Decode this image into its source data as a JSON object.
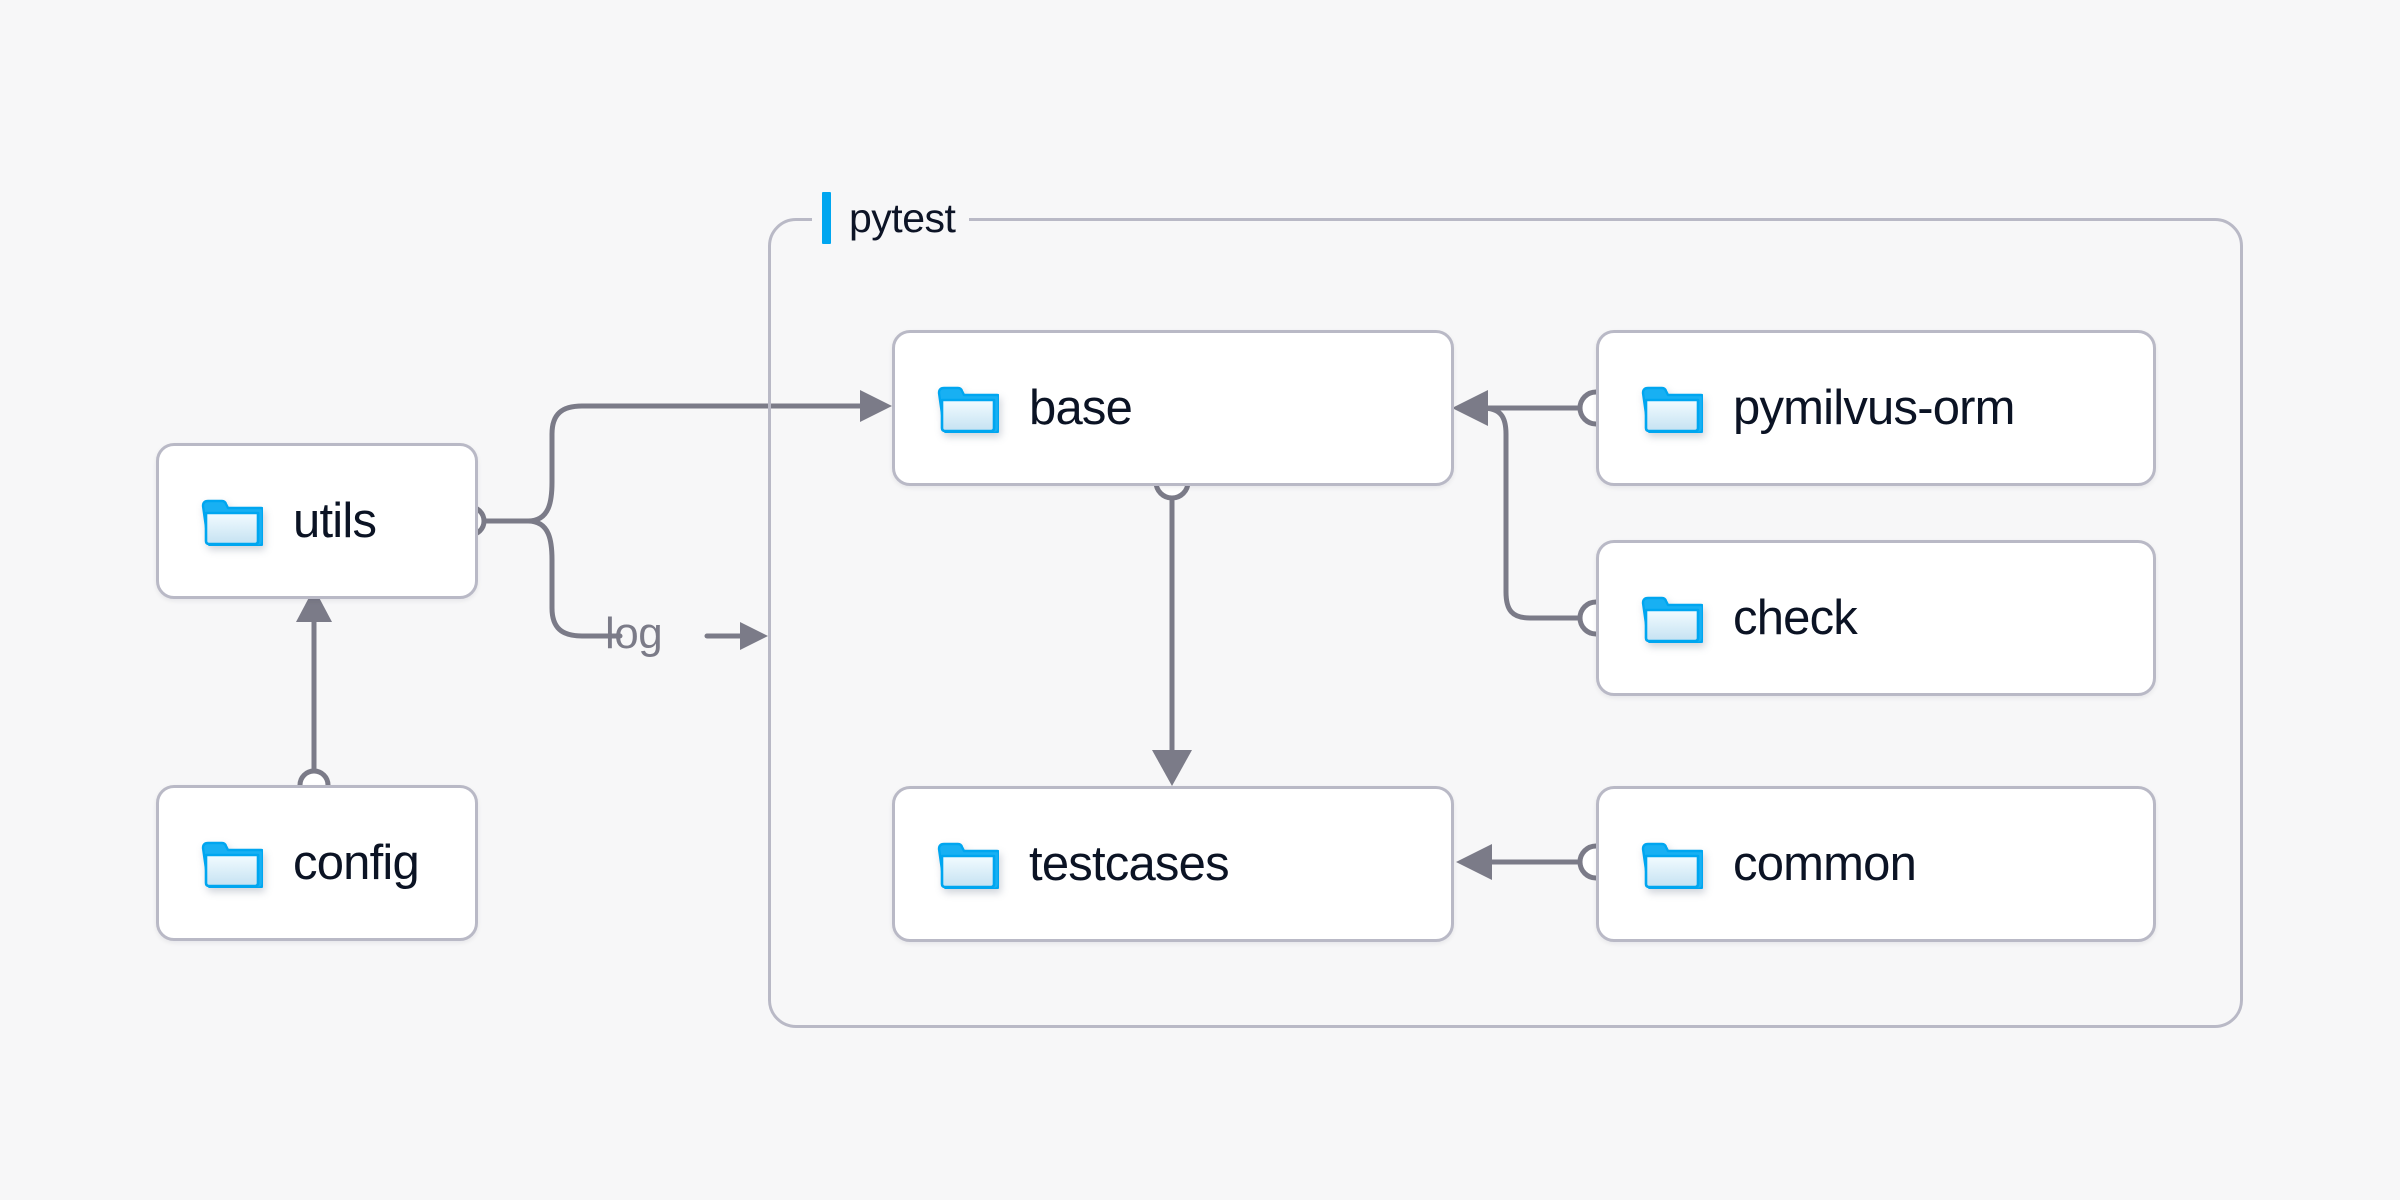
{
  "canvas": {
    "background_color": "#f7f7f8",
    "edge_color": "#7b7b88",
    "node_border_color": "#b9b9c6",
    "node_text_color": "#0b1324",
    "accent_color": "#00a6f0",
    "folder_icon_color": "#00a6f0"
  },
  "group": {
    "title": "pytest",
    "accent_color": "#00a6f0"
  },
  "nodes": [
    {
      "id": "utils",
      "label": "utils",
      "icon": "folder-icon"
    },
    {
      "id": "config",
      "label": "config",
      "icon": "folder-icon"
    },
    {
      "id": "base",
      "label": "base",
      "icon": "folder-icon"
    },
    {
      "id": "testcases",
      "label": "testcases",
      "icon": "folder-icon"
    },
    {
      "id": "pymilvus-orm",
      "label": "pymilvus-orm",
      "icon": "folder-icon"
    },
    {
      "id": "check",
      "label": "check",
      "icon": "folder-icon"
    },
    {
      "id": "common",
      "label": "common",
      "icon": "folder-icon"
    }
  ],
  "edges": [
    {
      "id": "utils-to-base",
      "from": "utils",
      "to": "base",
      "label": ""
    },
    {
      "id": "utils-to-pytest-log",
      "from": "utils",
      "to": "pytest",
      "label": "log"
    },
    {
      "id": "config-to-utils",
      "from": "config",
      "to": "utils",
      "label": ""
    },
    {
      "id": "base-to-testcases",
      "from": "base",
      "to": "testcases",
      "label": ""
    },
    {
      "id": "pymilvus-orm-to-base",
      "from": "pymilvus-orm",
      "to": "base",
      "label": ""
    },
    {
      "id": "check-to-base",
      "from": "check",
      "to": "base",
      "label": ""
    },
    {
      "id": "common-to-testcases",
      "from": "common",
      "to": "testcases",
      "label": ""
    }
  ],
  "edge_labels": {
    "log": "log"
  }
}
